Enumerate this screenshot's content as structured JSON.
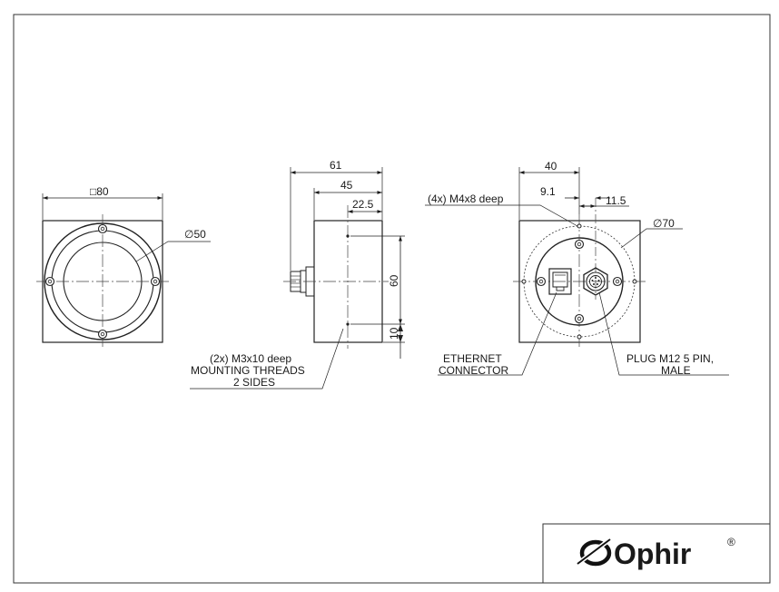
{
  "drawing": {
    "front_view": {
      "square_label": "□80",
      "diameter_label": "∅50"
    },
    "side_view": {
      "dim_overall": "61",
      "dim_45": "45",
      "dim_22_5": "22.5",
      "dim_height": "60",
      "dim_10": "10",
      "note_line1": "(2x) M3x10 deep",
      "note_line2": "MOUNTING THREADS",
      "note_line3": "2 SIDES"
    },
    "back_view": {
      "dim_40": "40",
      "dim_9_1": "9.1",
      "dim_11_5": "11.5",
      "diameter_label": "∅70",
      "thread_note": "(4x) M4x8 deep",
      "ethernet_line1": "ETHERNET",
      "ethernet_line2": "CONNECTOR",
      "plug_line1": "PLUG M12 5 PIN,",
      "plug_line2": "MALE"
    },
    "logo": {
      "brand": "Ophir",
      "registered": "®"
    }
  }
}
